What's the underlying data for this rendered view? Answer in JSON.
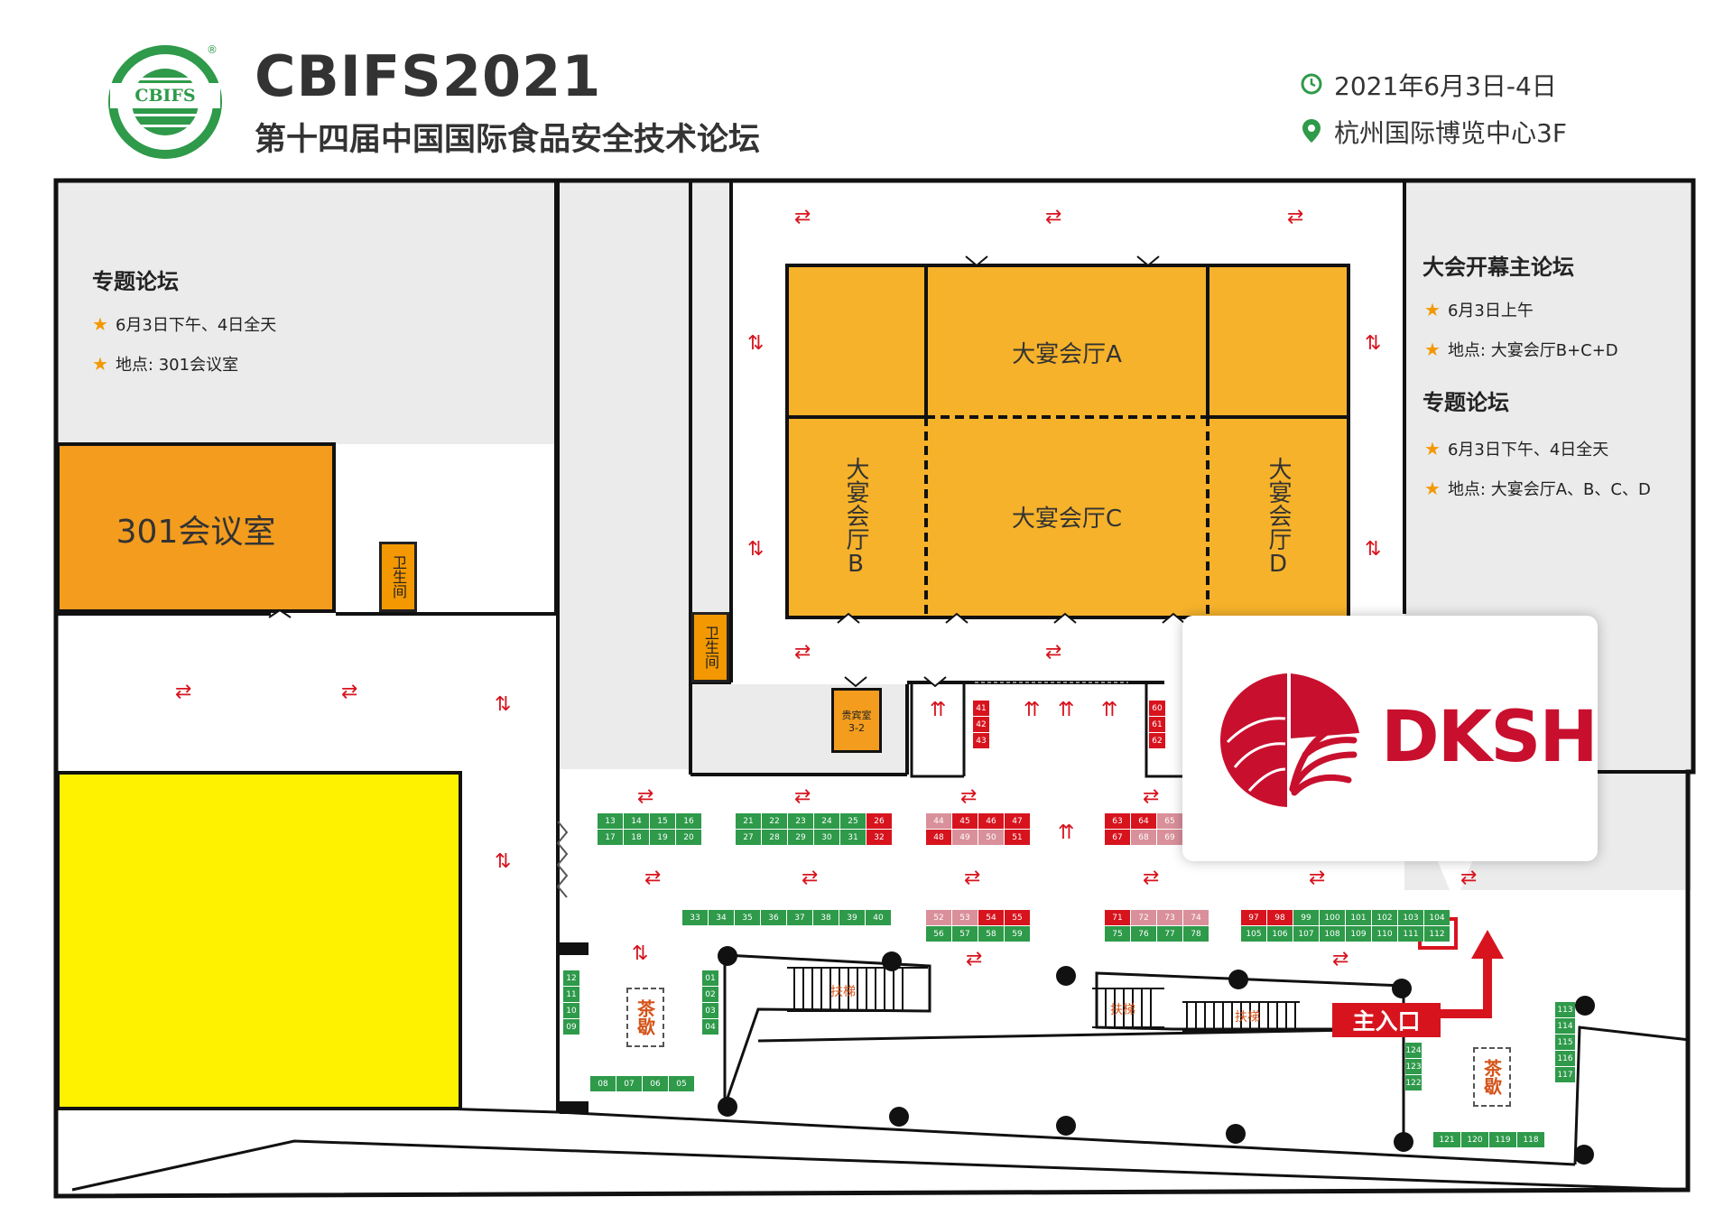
{
  "header": {
    "logo_text": "CBIFS",
    "logo_reg": "®",
    "brand": "CBIFS2021",
    "subtitle": "第十四届中国国际食品安全技术论坛",
    "date": "2021年6月3日-4日",
    "venue": "杭州国际博览中心3F",
    "date_icon": "clock-icon",
    "venue_icon": "location-pin-icon",
    "icon_color": "#2e9a4a"
  },
  "left_panel": {
    "title": "专题论坛",
    "items": [
      "6月3日下午、4日全天",
      "地点: 301会议室"
    ]
  },
  "right_panel": {
    "main_title": "大会开幕主论坛",
    "main_items": [
      "6月3日上午",
      "地点: 大宴会厅B+C+D"
    ],
    "sub_title": "专题论坛",
    "sub_items": [
      "6月3日下午、4日全天",
      "地点: 大宴会厅A、B、C、D"
    ]
  },
  "rooms": {
    "room_301": "301会议室",
    "hall_a": "大宴会厅A",
    "hall_b": "大宴会厅B",
    "hall_c": "大宴会厅C",
    "hall_d": "大宴会厅D",
    "toilet": "卫生间",
    "vip_room": "贵宾室",
    "vip_room_no": "3-2",
    "tea_break": "茶歇",
    "main_entrance": "主入口",
    "escalator_labels": [
      "扶梯",
      "扶梯",
      "扶梯"
    ]
  },
  "sponsor": {
    "name": "DKSH",
    "color": "#c8102e",
    "highlight_booth": "112"
  },
  "colors": {
    "hall": "#f6b22a",
    "meeting_room": "#f39c1e",
    "yellow_zone": "#fff200",
    "corridor": "#ebebeb",
    "booth_available": "#2e9a4a",
    "booth_taken": "#d7141e",
    "booth_reserved": "#d9909a",
    "arrow": "#d7141e"
  },
  "booths": {
    "top_left": [
      {
        "n": "13",
        "s": "g"
      },
      {
        "n": "14",
        "s": "g"
      },
      {
        "n": "15",
        "s": "g"
      },
      {
        "n": "16",
        "s": "g"
      },
      {
        "n": "17",
        "s": "g"
      },
      {
        "n": "18",
        "s": "g"
      },
      {
        "n": "19",
        "s": "g"
      },
      {
        "n": "20",
        "s": "g"
      }
    ],
    "top_mid": [
      {
        "n": "21",
        "s": "g"
      },
      {
        "n": "22",
        "s": "g"
      },
      {
        "n": "23",
        "s": "g"
      },
      {
        "n": "24",
        "s": "g"
      },
      {
        "n": "25",
        "s": "g"
      },
      {
        "n": "26",
        "s": "r"
      },
      {
        "n": "27",
        "s": "g"
      },
      {
        "n": "28",
        "s": "g"
      },
      {
        "n": "29",
        "s": "g"
      },
      {
        "n": "30",
        "s": "g"
      },
      {
        "n": "31",
        "s": "g"
      },
      {
        "n": "32",
        "s": "r"
      }
    ],
    "top_center": [
      {
        "n": "44",
        "s": "p"
      },
      {
        "n": "45",
        "s": "r"
      },
      {
        "n": "46",
        "s": "r"
      },
      {
        "n": "47",
        "s": "r"
      },
      {
        "n": "48",
        "s": "r"
      },
      {
        "n": "49",
        "s": "p"
      },
      {
        "n": "50",
        "s": "p"
      },
      {
        "n": "51",
        "s": "r"
      }
    ],
    "top_right": [
      {
        "n": "63",
        "s": "r"
      },
      {
        "n": "64",
        "s": "r"
      },
      {
        "n": "65",
        "s": "p"
      },
      {
        "n": "67",
        "s": "r"
      },
      {
        "n": "68",
        "s": "p"
      },
      {
        "n": "69",
        "s": "p"
      }
    ],
    "col_41": [
      {
        "n": "41",
        "s": "r"
      },
      {
        "n": "42",
        "s": "r"
      },
      {
        "n": "43",
        "s": "r"
      }
    ],
    "col_60": [
      {
        "n": "60",
        "s": "r"
      },
      {
        "n": "61",
        "s": "r"
      },
      {
        "n": "62",
        "s": "r"
      }
    ],
    "row_33": [
      {
        "n": "33",
        "s": "g"
      },
      {
        "n": "34",
        "s": "g"
      },
      {
        "n": "35",
        "s": "g"
      },
      {
        "n": "36",
        "s": "g"
      },
      {
        "n": "37",
        "s": "g"
      },
      {
        "n": "38",
        "s": "g"
      },
      {
        "n": "39",
        "s": "g"
      },
      {
        "n": "40",
        "s": "g"
      }
    ],
    "mid_52": [
      {
        "n": "52",
        "s": "p"
      },
      {
        "n": "53",
        "s": "p"
      },
      {
        "n": "54",
        "s": "r"
      },
      {
        "n": "55",
        "s": "r"
      },
      {
        "n": "56",
        "s": "g"
      },
      {
        "n": "57",
        "s": "g"
      },
      {
        "n": "58",
        "s": "g"
      },
      {
        "n": "59",
        "s": "g"
      }
    ],
    "mid_71": [
      {
        "n": "71",
        "s": "r"
      },
      {
        "n": "72",
        "s": "p"
      },
      {
        "n": "73",
        "s": "p"
      },
      {
        "n": "74",
        "s": "p"
      },
      {
        "n": "75",
        "s": "g"
      },
      {
        "n": "76",
        "s": "g"
      },
      {
        "n": "77",
        "s": "g"
      },
      {
        "n": "78",
        "s": "g"
      }
    ],
    "mid_97": [
      {
        "n": "97",
        "s": "r"
      },
      {
        "n": "98",
        "s": "r"
      },
      {
        "n": "99",
        "s": "g"
      },
      {
        "n": "100",
        "s": "g"
      },
      {
        "n": "101",
        "s": "g"
      },
      {
        "n": "102",
        "s": "g"
      },
      {
        "n": "103",
        "s": "g"
      },
      {
        "n": "104",
        "s": "g"
      },
      {
        "n": "105",
        "s": "g"
      },
      {
        "n": "106",
        "s": "g"
      },
      {
        "n": "107",
        "s": "g"
      },
      {
        "n": "108",
        "s": "g"
      },
      {
        "n": "109",
        "s": "g"
      },
      {
        "n": "110",
        "s": "g"
      },
      {
        "n": "111",
        "s": "g"
      },
      {
        "n": "112",
        "s": "g"
      }
    ],
    "col_12": [
      {
        "n": "12",
        "s": "g"
      },
      {
        "n": "11",
        "s": "g"
      },
      {
        "n": "10",
        "s": "g"
      },
      {
        "n": "09",
        "s": "g"
      }
    ],
    "col_01": [
      {
        "n": "01",
        "s": "g"
      },
      {
        "n": "02",
        "s": "g"
      },
      {
        "n": "03",
        "s": "g"
      },
      {
        "n": "04",
        "s": "g"
      }
    ],
    "row_08": [
      {
        "n": "08",
        "s": "g"
      },
      {
        "n": "07",
        "s": "g"
      },
      {
        "n": "06",
        "s": "g"
      },
      {
        "n": "05",
        "s": "g"
      }
    ],
    "col_124": [
      {
        "n": "124",
        "s": "g"
      },
      {
        "n": "123",
        "s": "g"
      },
      {
        "n": "122",
        "s": "g"
      }
    ],
    "col_113": [
      {
        "n": "113",
        "s": "g"
      },
      {
        "n": "114",
        "s": "g"
      },
      {
        "n": "115",
        "s": "g"
      },
      {
        "n": "116",
        "s": "g"
      },
      {
        "n": "117",
        "s": "g"
      }
    ],
    "row_121": [
      {
        "n": "121",
        "s": "g"
      },
      {
        "n": "120",
        "s": "g"
      },
      {
        "n": "119",
        "s": "g"
      },
      {
        "n": "118",
        "s": "g"
      }
    ]
  }
}
